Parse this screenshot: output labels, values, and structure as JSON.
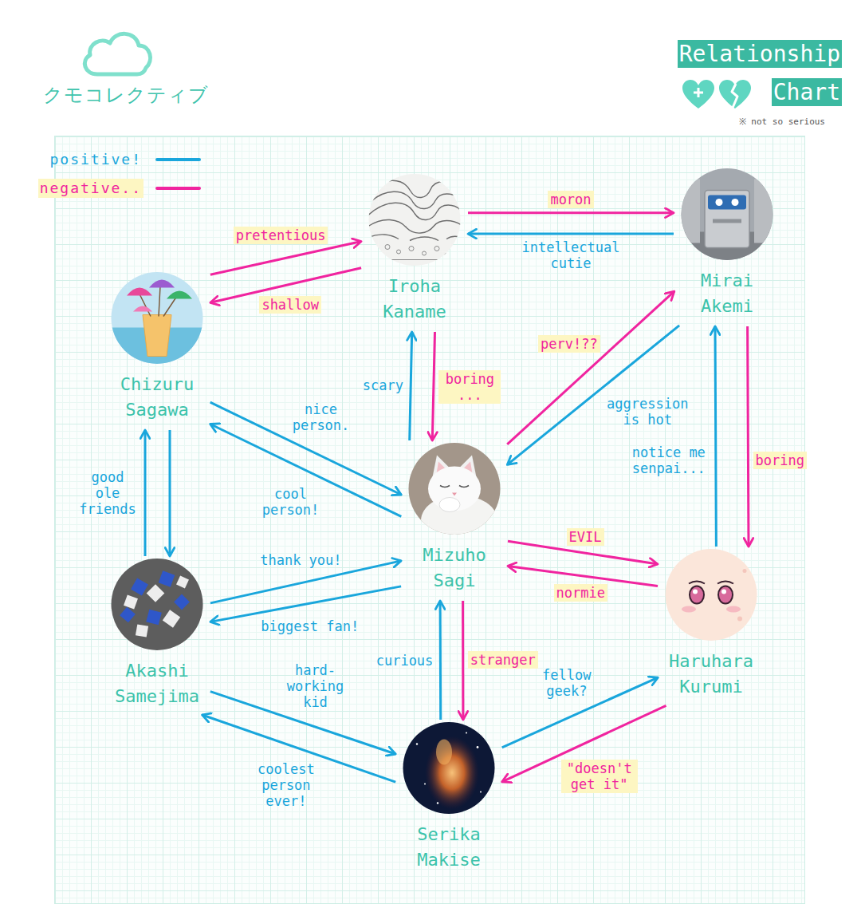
{
  "diagram": {
    "title": "Relationship Chart",
    "nodes": [
      {
        "text": [
          "Iroha Kaname"
        ]
      },
      {
        "text": [
          "Mirai Akemi"
        ]
      },
      {
        "text": [
          "Chizuru Sagawa"
        ]
      },
      {
        "text": [
          "Mizuho Sagi"
        ]
      },
      {
        "text": [
          "Haruhara Kurumi"
        ]
      },
      {
        "text": [
          "Akashi Samejima"
        ]
      },
      {
        "text": [
          "Serika Makise"
        ]
      }
    ],
    "edges": [
      {
        "from": 2,
        "to": 0,
        "label": "pretentious",
        "arrow": "to"
      },
      {
        "from": 0,
        "to": 2,
        "label": "shallow",
        "arrow": "to"
      },
      {
        "from": 0,
        "to": 1,
        "label": "moron",
        "arrow": "to"
      },
      {
        "from": 1,
        "to": 0,
        "label": "intellectual cutie",
        "arrow": "to"
      },
      {
        "from": 3,
        "to": 0,
        "label": "scary",
        "arrow": "to"
      },
      {
        "from": 0,
        "to": 3,
        "label": "boring ...",
        "arrow": "to"
      },
      {
        "from": 3,
        "to": 1,
        "label": "perv!??",
        "arrow": "to"
      },
      {
        "from": 1,
        "to": 3,
        "label": "aggression is hot",
        "arrow": "to"
      },
      {
        "from": 1,
        "to": 4,
        "label": "boring",
        "arrow": "to"
      },
      {
        "from": 4,
        "to": 1,
        "label": "notice me senpai...",
        "arrow": "to"
      },
      {
        "from": 2,
        "to": 3,
        "label": "nice person.",
        "arrow": "to"
      },
      {
        "from": 3,
        "to": 2,
        "label": "cool person!",
        "arrow": "to"
      },
      {
        "from": 5,
        "to": 3,
        "label": "thank you!",
        "arrow": "to"
      },
      {
        "from": 3,
        "to": 5,
        "label": "biggest fan!",
        "arrow": "to"
      },
      {
        "from": 6,
        "to": 3,
        "label": "curious",
        "arrow": "to"
      },
      {
        "from": 3,
        "to": 6,
        "label": "stranger",
        "arrow": "to"
      },
      {
        "from": 3,
        "to": 4,
        "label": "EVIL",
        "arrow": "to"
      },
      {
        "from": 4,
        "to": 3,
        "label": "normie",
        "arrow": "to"
      },
      {
        "from": 6,
        "to": 4,
        "label": "fellow geek?",
        "arrow": "to"
      },
      {
        "from": 4,
        "to": 6,
        "label": "\"doesn't get it\"",
        "arrow": "to"
      },
      {
        "from": 5,
        "to": 6,
        "label": "hard-working kid",
        "arrow": "to"
      },
      {
        "from": 6,
        "to": 5,
        "label": "coolest person ever!",
        "arrow": "to"
      },
      {
        "from": 2,
        "to": 5,
        "arrow": "to"
      },
      {
        "from": 5,
        "to": 2,
        "label": "good ole friends",
        "arrow": "to"
      }
    ],
    "labels": [
      "クモコレクティブ",
      "※ not so serious"
    ],
    "legend": [
      {
        "text": "positive!",
        "color": "#19a6dc"
      },
      {
        "text": "negative..",
        "color": "#f0249f"
      }
    ]
  }
}
